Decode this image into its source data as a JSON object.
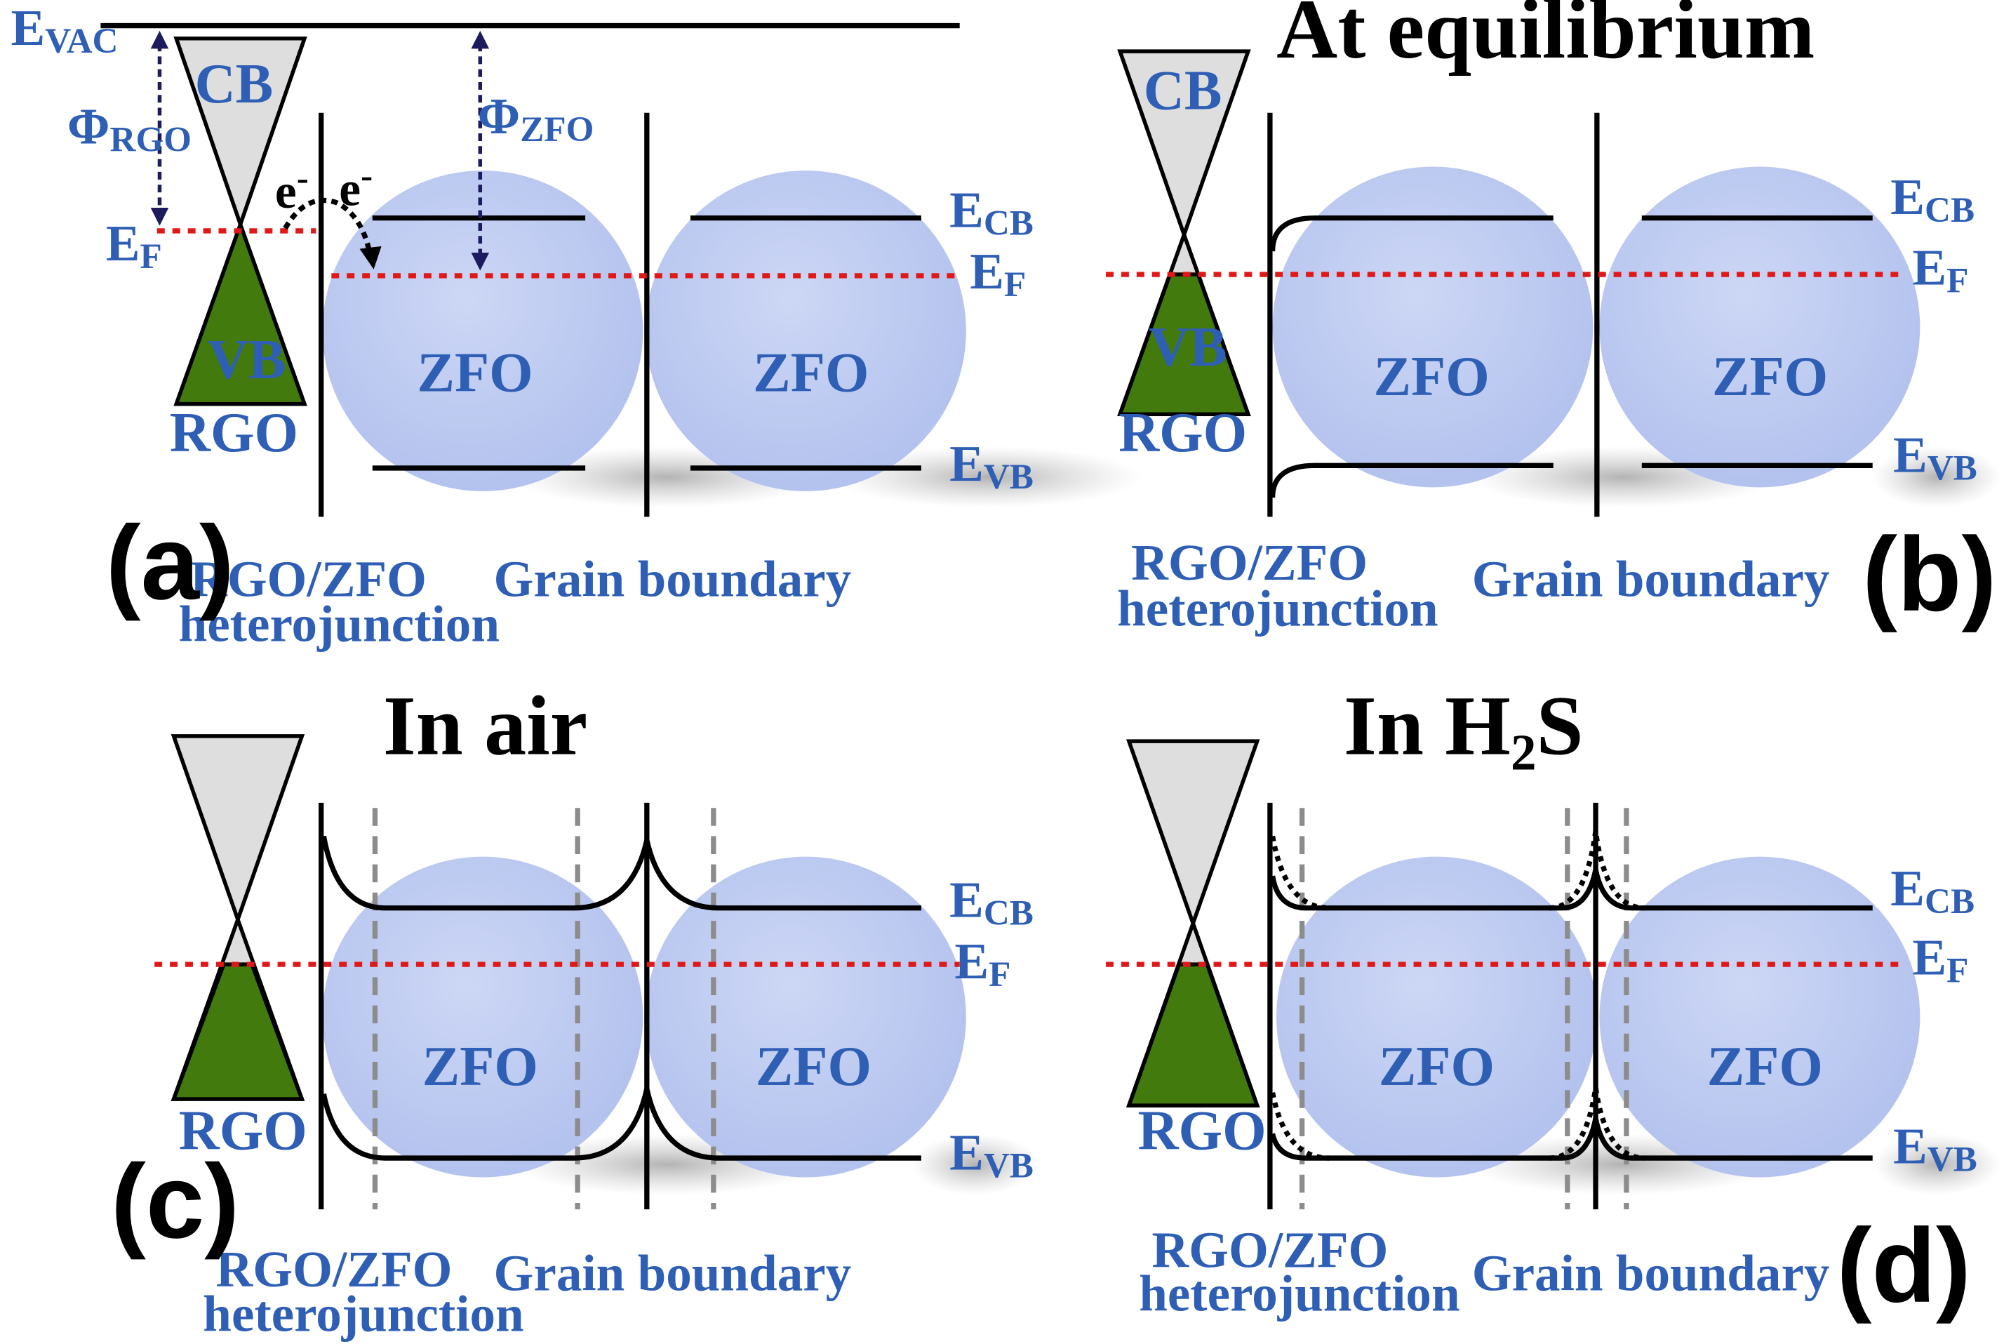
{
  "colors": {
    "label_blue": "#2E5FB4",
    "fermi_red": "#E01818",
    "valence_green": "#437A0E",
    "conduction_gray": "#DEDEDE",
    "grain_blue": "#BFCBF0",
    "dashed_gray": "#8C8C8C"
  },
  "panels": [
    {
      "id": "a",
      "letter": "(a)",
      "title": "",
      "labels": {
        "evac": "E",
        "evac_sub": "VAC",
        "phi_rgo": "Φ",
        "phi_rgo_sub": "RGO",
        "phi_zfo": "Φ",
        "phi_zfo_sub": "ZFO",
        "ef_left": "E",
        "ef_left_sub": "F",
        "electron": "e",
        "electron_sup": "-",
        "ecb": "E",
        "ecb_sub": "CB",
        "ef": "E",
        "ef_sub": "F",
        "evb": "E",
        "evb_sub": "VB",
        "cb": "CB",
        "vb": "VB",
        "rgo": "RGO",
        "zfo1": "ZFO",
        "zfo2": "ZFO",
        "junction_1": "RGO/ZFO",
        "junction_2": "heterojunction",
        "grain": "Grain boundary"
      }
    },
    {
      "id": "b",
      "letter": "(b)",
      "title": "At equilibrium",
      "labels": {
        "cb": "CB",
        "vb": "VB",
        "rgo": "RGO",
        "zfo1": "ZFO",
        "zfo2": "ZFO",
        "ecb": "E",
        "ecb_sub": "CB",
        "ef": "E",
        "ef_sub": "F",
        "evb": "E",
        "evb_sub": "VB",
        "junction_1": "RGO/ZFO",
        "junction_2": "heterojunction",
        "grain": "Grain boundary"
      }
    },
    {
      "id": "c",
      "letter": "(c)",
      "title": "In air",
      "labels": {
        "rgo": "RGO",
        "zfo1": "ZFO",
        "zfo2": "ZFO",
        "ecb": "E",
        "ecb_sub": "CB",
        "ef": "E",
        "ef_sub": "F",
        "evb": "E",
        "evb_sub": "VB",
        "junction_1": "RGO/ZFO",
        "junction_2": "heterojunction",
        "grain": "Grain boundary"
      }
    },
    {
      "id": "d",
      "letter": "(d)",
      "title_a": "In H",
      "title_sub": "2",
      "title_b": "S",
      "labels": {
        "rgo": "RGO",
        "zfo1": "ZFO",
        "zfo2": "ZFO",
        "ecb": "E",
        "ecb_sub": "CB",
        "ef": "E",
        "ef_sub": "F",
        "evb": "E",
        "evb_sub": "VB",
        "junction_1": "RGO/ZFO",
        "junction_2": "heterojunction",
        "grain": "Grain boundary"
      }
    }
  ]
}
